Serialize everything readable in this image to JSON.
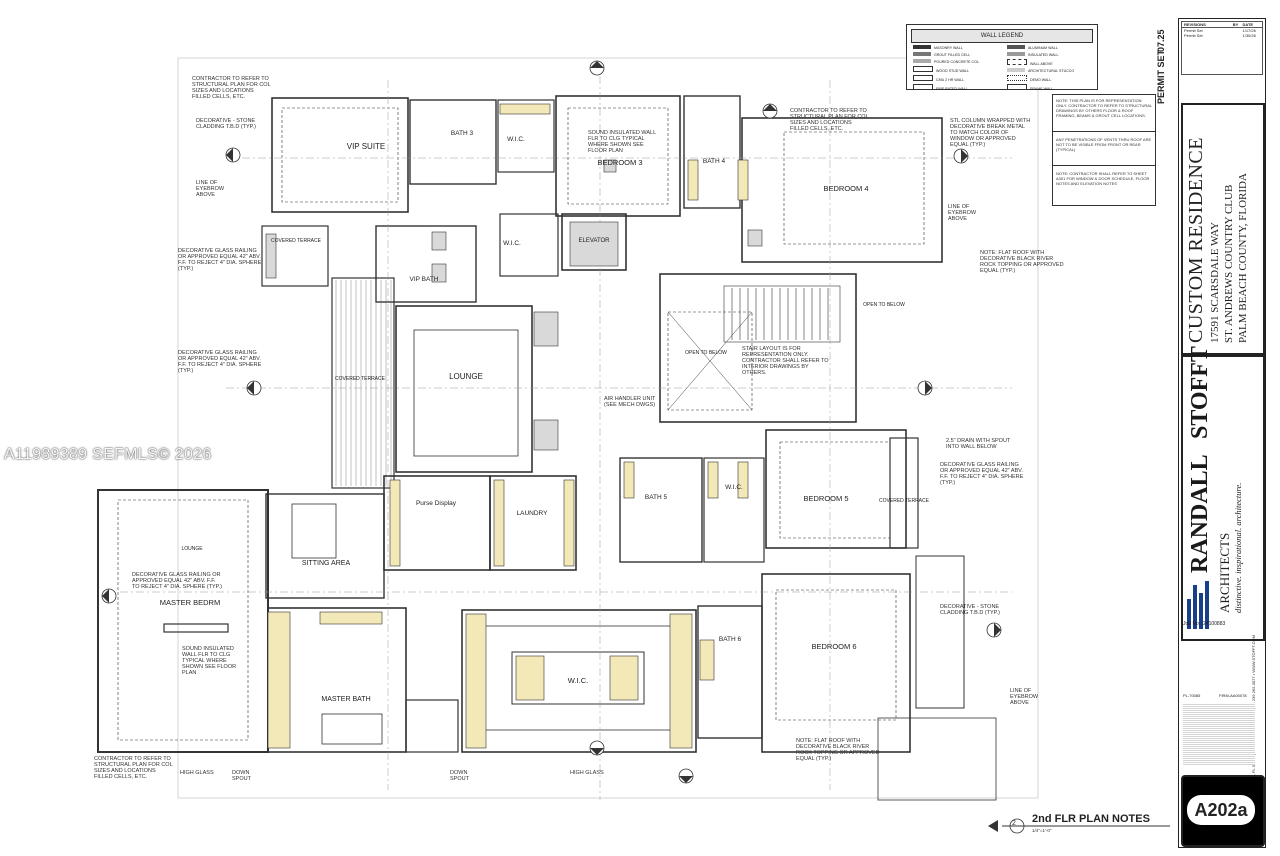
{
  "watermark": "A11989389  SEFMLS© 2026",
  "rooms": {
    "vip_suite": "VIP SUITE",
    "bath3": "BATH 3",
    "bedroom3": "BEDROOM 3",
    "bath4": "BATH 4",
    "bedroom4": "BEDROOM 4",
    "elevator": "ELEVATOR",
    "vip_bath": "VIP BATH",
    "lounge": "LOUNGE",
    "covered_terrace": "COVERED TERRACE",
    "purse_display": "Purse Display",
    "laundry": "LAUNDRY",
    "bath5": "BATH 5",
    "bedroom5": "BEDROOM 5",
    "sitting_area": "SITTING AREA",
    "master_bedrm": "MASTER BEDRM",
    "master_bath": "MASTER BATH",
    "bath6": "BATH 6",
    "bedroom6": "BEDROOM 6",
    "wic": "W.I.C.",
    "lounge_small": "LOUNGE",
    "open_to_below": "OPEN TO BELOW",
    "covered_terrace_r": "COVERED TERRACE"
  },
  "callouts": [
    "DECORATIVE - STONE CLADDING T.B.D (TYP.)",
    "LINE OF EYEBROW ABOVE",
    "DECORATIVE GLASS RAILING OR APPROVED EQUAL 42\" ABV. F.F. TO REJECT 4\" DIA. SPHERE (TYP.)",
    "SOUND INSULATED WALL FLR TO CLG TYPICAL WHERE SHOWN SEE FLOOR PLAN",
    "CONTRACTOR TO REFER TO STRUCTURAL PLAN FOR COL SIZES AND LOCATIONS FILLED CELLS, ETC.",
    "NOTE: FLAT ROOF WITH DECORATIVE BLACK RIVER ROCK TOPPING OR APPROVED EQUAL (TYP.)",
    "DOWN SPOUT",
    "HIGH GLASS",
    "AIR HANDLER UNIT (SEE MECH DWGS)",
    "STAIR LAYOUT IS FOR REPRESENTATION ONLY. CONTRACTOR SHALL REFER TO INTERIOR DRAWINGS BY OTHERS.",
    "2.5\" DRAIN WITH SPOUT INTO WALL BELOW",
    "STL COLUMN WRAPPED WITH DECORATIVE BREAK METAL TO MATCH COLOR OF WINDOW OR APPROVED EQUAL (TYP.)"
  ],
  "legend": {
    "title": "WALL LEGEND",
    "items": [
      "MASONRY WALL",
      "GROUT FILLED CELL",
      "POURED CONCRETE COL.",
      "WOOD STUD WALL",
      "CMU 2 HR WALL",
      "FIRE RATED WALL",
      "ALUMINUM WALL",
      "INSULATED WALL",
      "WALL ABOVE",
      "ARCHITECTURAL STUCCO",
      "DEMO WALL",
      "FRAME WALL"
    ]
  },
  "notes": [
    "NOTE: THIS PLAN IS FOR REPRESENTATION ONLY. CONTRACTOR TO REFER TO STRUCTURAL DRAWINGS BY OTHERS FLOOR & ROOF FRAMING, BEAMS & GROUT CELL LOCATIONS.",
    "ANY PENETRATIONS OF VENTS THRU ROOF ARE NOT TO BE VISIBLE FROM FRONT OR REAR (TYPICAL)",
    "NOTE: CONTRACTOR SHALL REFER TO SHEET A301 FOR WINDOW & DOOR SCHEDULE, FLOOR NOTES AND ELEVATION NOTES"
  ],
  "title_block": {
    "revisions_header": [
      "REVISIONS",
      "BY",
      "DATE"
    ],
    "revisions": [
      [
        "Permit Set",
        "",
        "1/17/26"
      ],
      [
        "Permit Set",
        "",
        "1/30/26"
      ]
    ],
    "permit_label": "PERMIT SET",
    "permit_version": "07.25",
    "project_name": "CUSTOM RESIDENCE",
    "address_line1": "17591 SCARSDALE WAY",
    "address_line2": "ST. ANDREWS COUNTRY CLUB",
    "address_line3": "PALM BEACH COUNTY, FLORIDA",
    "firm_name_1": "RANDALL",
    "firm_name_2": "STOFFT",
    "firm_sub": "ARCHITECTS",
    "firm_tagline": "distinctive. inspirational. architecture.",
    "firm_address": "42 N SWINTON AVE, DELRAY BEACH, FL 33444 | 561 243-0799 • NAPLES, FL 239 262-3077 • WWW.STOFFT.COM",
    "job_no": "Job No.: 24100883",
    "license_1": "PL-70085",
    "license_2": "FIRM-AA00078",
    "sheet_number": "A202a"
  },
  "sheet_title": "2nd FLR PLAN NOTES",
  "sheet_title_number": "2",
  "sheet_scale": "1/4\"=1'-0\"",
  "colors": {
    "line": "#333333",
    "fill_tan": "#f3e8b8",
    "fill_gray": "#d9d9d9",
    "brand_blue": "#1a3f8a"
  }
}
